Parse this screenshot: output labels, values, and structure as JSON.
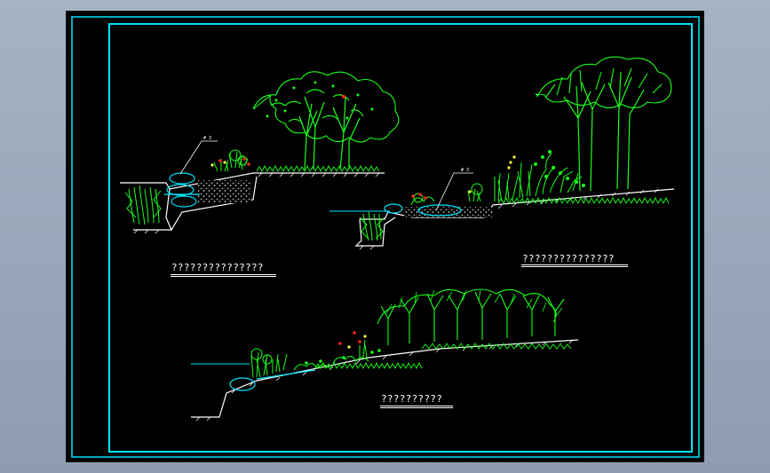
{
  "drawing": {
    "captions": [
      {
        "id": "section-1",
        "text": "???????????????"
      },
      {
        "id": "section-2",
        "text": "???????????????"
      },
      {
        "id": "section-3",
        "text": "??????????"
      }
    ],
    "leaders": [
      {
        "id": "leader-1",
        "text": "# 3"
      },
      {
        "id": "leader-2",
        "text": "# 3"
      }
    ]
  },
  "colors": {
    "background": "#000000",
    "frame": "#00e5ff",
    "plant": "#1aff1a",
    "ground": "#ffffff",
    "water": "#00e5ff",
    "flower": "#ff2020",
    "flower_yellow": "#ffff33",
    "caption": "#ffffff"
  }
}
